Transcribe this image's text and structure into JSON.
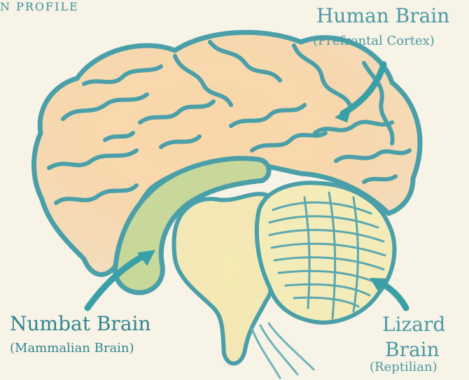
{
  "header": {
    "text": "N PROFILE"
  },
  "labels": {
    "human": {
      "title": "Human Brain",
      "subtitle": "(Prefrontal Cortex)"
    },
    "numbat": {
      "title": "Numbat Brain",
      "subtitle": "(Mammalian Brain)"
    },
    "lizard": {
      "title_line1": "Lizard",
      "title_line2": "Brain",
      "subtitle": "(Reptilian)"
    }
  },
  "colors": {
    "background": "#f7f3e6",
    "outline": "#4a9fa9",
    "cortex_fill": "#f7d6a8",
    "limbic_fill": "#c8d79a",
    "brainstem_fill": "#f4eab0",
    "arrow": "#3aa0a7",
    "text": "#3f8f9a"
  }
}
